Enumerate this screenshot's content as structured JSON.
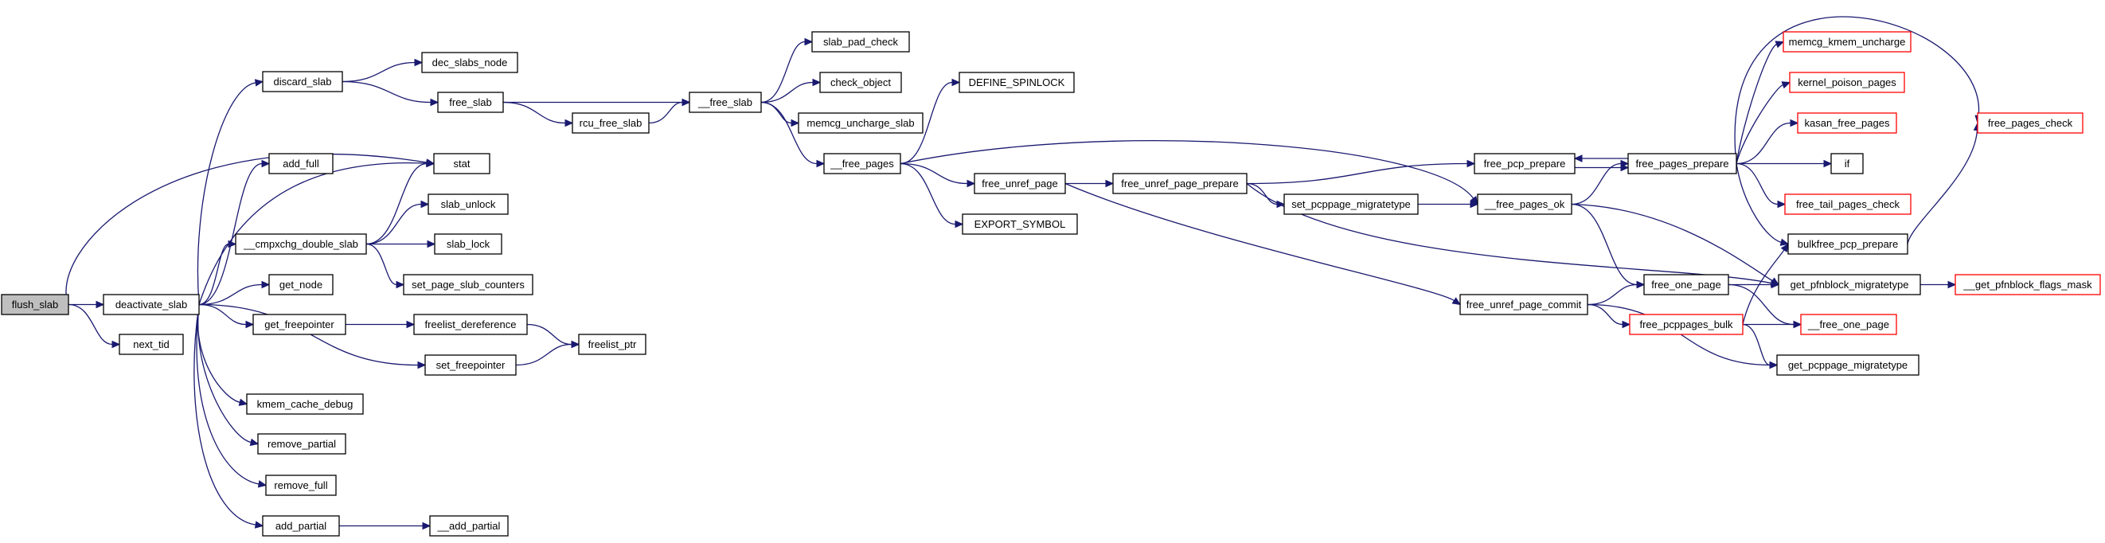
{
  "colors": {
    "edge": "#191970",
    "box_stroke": "#000000",
    "truncated_stroke": "#ff0000",
    "root_fill": "#bfbfbf",
    "background": "#ffffff"
  },
  "nodes": [
    {
      "id": "flush_slab",
      "label": "flush_slab",
      "style": "root"
    },
    {
      "id": "deactivate_slab",
      "label": "deactivate_slab",
      "style": "normal"
    },
    {
      "id": "next_tid",
      "label": "next_tid",
      "style": "normal"
    },
    {
      "id": "stat",
      "label": "stat",
      "style": "normal"
    },
    {
      "id": "discard_slab",
      "label": "discard_slab",
      "style": "normal"
    },
    {
      "id": "add_full",
      "label": "add_full",
      "style": "normal"
    },
    {
      "id": "cmpxchg_double_slab",
      "label": "__cmpxchg_double_slab",
      "style": "normal"
    },
    {
      "id": "get_node",
      "label": "get_node",
      "style": "normal"
    },
    {
      "id": "get_freepointer",
      "label": "get_freepointer",
      "style": "normal"
    },
    {
      "id": "set_freepointer",
      "label": "set_freepointer",
      "style": "normal"
    },
    {
      "id": "kmem_cache_debug",
      "label": "kmem_cache_debug",
      "style": "normal"
    },
    {
      "id": "remove_partial",
      "label": "remove_partial",
      "style": "normal"
    },
    {
      "id": "remove_full",
      "label": "remove_full",
      "style": "normal"
    },
    {
      "id": "add_partial",
      "label": "add_partial",
      "style": "normal"
    },
    {
      "id": "dec_slabs_node",
      "label": "dec_slabs_node",
      "style": "normal"
    },
    {
      "id": "free_slab",
      "label": "free_slab",
      "style": "normal"
    },
    {
      "id": "slab_unlock",
      "label": "slab_unlock",
      "style": "normal"
    },
    {
      "id": "slab_lock",
      "label": "slab_lock",
      "style": "normal"
    },
    {
      "id": "set_page_slub_counters",
      "label": "set_page_slub_counters",
      "style": "normal"
    },
    {
      "id": "freelist_dereference",
      "label": "freelist_dereference",
      "style": "normal"
    },
    {
      "id": "freelist_ptr",
      "label": "freelist_ptr",
      "style": "normal"
    },
    {
      "id": "add_partial2",
      "label": "__add_partial",
      "style": "normal"
    },
    {
      "id": "rcu_free_slab",
      "label": "rcu_free_slab",
      "style": "normal"
    },
    {
      "id": "free_slab2",
      "label": "__free_slab",
      "style": "normal"
    },
    {
      "id": "slab_pad_check",
      "label": "slab_pad_check",
      "style": "normal"
    },
    {
      "id": "check_object",
      "label": "check_object",
      "style": "normal"
    },
    {
      "id": "memcg_uncharge_slab",
      "label": "memcg_uncharge_slab",
      "style": "normal"
    },
    {
      "id": "free_pages",
      "label": "__free_pages",
      "style": "normal"
    },
    {
      "id": "define_spinlock",
      "label": "DEFINE_SPINLOCK",
      "style": "normal"
    },
    {
      "id": "free_unref_page",
      "label": "free_unref_page",
      "style": "normal"
    },
    {
      "id": "export_symbol",
      "label": "EXPORT_SYMBOL",
      "style": "normal"
    },
    {
      "id": "free_unref_page_prepare",
      "label": "free_unref_page_prepare",
      "style": "normal"
    },
    {
      "id": "free_pcp_prepare",
      "label": "free_pcp_prepare",
      "style": "normal"
    },
    {
      "id": "set_pcppage_migratetype",
      "label": "set_pcppage_migratetype",
      "style": "normal"
    },
    {
      "id": "free_pages_ok",
      "label": "__free_pages_ok",
      "style": "normal"
    },
    {
      "id": "free_unref_page_commit",
      "label": "free_unref_page_commit",
      "style": "normal"
    },
    {
      "id": "free_pages_prepare",
      "label": "free_pages_prepare",
      "style": "normal"
    },
    {
      "id": "free_one_page",
      "label": "free_one_page",
      "style": "normal"
    },
    {
      "id": "free_pcppages_bulk",
      "label": "free_pcppages_bulk",
      "style": "truncated"
    },
    {
      "id": "memcg_kmem_uncharge",
      "label": "memcg_kmem_uncharge",
      "style": "truncated"
    },
    {
      "id": "kernel_poison_pages",
      "label": "kernel_poison_pages",
      "style": "truncated"
    },
    {
      "id": "kasan_free_pages",
      "label": "kasan_free_pages",
      "style": "truncated"
    },
    {
      "id": "if",
      "label": "if",
      "style": "normal"
    },
    {
      "id": "free_tail_pages_check",
      "label": "free_tail_pages_check",
      "style": "truncated"
    },
    {
      "id": "bulkfree_pcp_prepare",
      "label": "bulkfree_pcp_prepare",
      "style": "normal"
    },
    {
      "id": "get_pfnblock_migratetype",
      "label": "get_pfnblock_migratetype",
      "style": "normal"
    },
    {
      "id": "free_one_page2",
      "label": "__free_one_page",
      "style": "truncated"
    },
    {
      "id": "get_pcppage_migratetype",
      "label": "get_pcppage_migratetype",
      "style": "normal"
    },
    {
      "id": "free_pages_check",
      "label": "free_pages_check",
      "style": "truncated"
    },
    {
      "id": "get_pfnblock_flags_mask",
      "label": "__get_pfnblock_flags_mask",
      "style": "truncated"
    }
  ],
  "edges": [
    [
      "flush_slab",
      "deactivate_slab"
    ],
    [
      "flush_slab",
      "next_tid"
    ],
    [
      "flush_slab",
      "stat"
    ],
    [
      "deactivate_slab",
      "stat"
    ],
    [
      "deactivate_slab",
      "discard_slab"
    ],
    [
      "deactivate_slab",
      "add_full"
    ],
    [
      "deactivate_slab",
      "cmpxchg_double_slab"
    ],
    [
      "deactivate_slab",
      "get_node"
    ],
    [
      "deactivate_slab",
      "get_freepointer"
    ],
    [
      "deactivate_slab",
      "set_freepointer"
    ],
    [
      "deactivate_slab",
      "kmem_cache_debug"
    ],
    [
      "deactivate_slab",
      "remove_partial"
    ],
    [
      "deactivate_slab",
      "remove_full"
    ],
    [
      "deactivate_slab",
      "add_partial"
    ],
    [
      "discard_slab",
      "dec_slabs_node"
    ],
    [
      "discard_slab",
      "free_slab"
    ],
    [
      "cmpxchg_double_slab",
      "stat"
    ],
    [
      "cmpxchg_double_slab",
      "slab_unlock"
    ],
    [
      "cmpxchg_double_slab",
      "slab_lock"
    ],
    [
      "cmpxchg_double_slab",
      "set_page_slub_counters"
    ],
    [
      "get_freepointer",
      "freelist_dereference"
    ],
    [
      "freelist_dereference",
      "freelist_ptr"
    ],
    [
      "set_freepointer",
      "freelist_ptr"
    ],
    [
      "add_partial",
      "add_partial2"
    ],
    [
      "free_slab",
      "rcu_free_slab"
    ],
    [
      "free_slab",
      "free_slab2"
    ],
    [
      "rcu_free_slab",
      "free_slab2"
    ],
    [
      "free_slab2",
      "slab_pad_check"
    ],
    [
      "free_slab2",
      "check_object"
    ],
    [
      "free_slab2",
      "memcg_uncharge_slab"
    ],
    [
      "free_slab2",
      "free_pages"
    ],
    [
      "free_pages",
      "define_spinlock"
    ],
    [
      "free_pages",
      "free_unref_page"
    ],
    [
      "free_pages",
      "export_symbol"
    ],
    [
      "free_pages",
      "free_pages_ok"
    ],
    [
      "free_unref_page",
      "free_unref_page_prepare"
    ],
    [
      "free_unref_page",
      "free_unref_page_commit"
    ],
    [
      "free_unref_page_prepare",
      "free_pcp_prepare"
    ],
    [
      "free_unref_page_prepare",
      "set_pcppage_migratetype"
    ],
    [
      "free_unref_page_prepare",
      "get_pfnblock_migratetype"
    ],
    [
      "set_pcppage_migratetype",
      "free_pages_ok"
    ],
    [
      "free_pcp_prepare",
      "free_pages_prepare"
    ],
    [
      "free_pages_prepare",
      "free_pcp_prepare"
    ],
    [
      "free_pages_ok",
      "free_pages_prepare"
    ],
    [
      "free_pages_ok",
      "free_one_page"
    ],
    [
      "free_pages_ok",
      "get_pfnblock_migratetype"
    ],
    [
      "free_unref_page_commit",
      "free_one_page"
    ],
    [
      "free_unref_page_commit",
      "free_pcppages_bulk"
    ],
    [
      "free_unref_page_commit",
      "get_pcppage_migratetype"
    ],
    [
      "free_pages_prepare",
      "memcg_kmem_uncharge"
    ],
    [
      "free_pages_prepare",
      "kernel_poison_pages"
    ],
    [
      "free_pages_prepare",
      "kasan_free_pages"
    ],
    [
      "free_pages_prepare",
      "if"
    ],
    [
      "free_pages_prepare",
      "free_tail_pages_check"
    ],
    [
      "free_pages_prepare",
      "bulkfree_pcp_prepare"
    ],
    [
      "free_pages_prepare",
      "free_pages_check"
    ],
    [
      "free_one_page",
      "get_pfnblock_migratetype"
    ],
    [
      "free_one_page",
      "free_one_page2"
    ],
    [
      "free_pcppages_bulk",
      "bulkfree_pcp_prepare"
    ],
    [
      "free_pcppages_bulk",
      "free_one_page2"
    ],
    [
      "free_pcppages_bulk",
      "get_pcppage_migratetype"
    ],
    [
      "bulkfree_pcp_prepare",
      "free_pages_check"
    ],
    [
      "get_pfnblock_migratetype",
      "get_pfnblock_flags_mask"
    ]
  ]
}
